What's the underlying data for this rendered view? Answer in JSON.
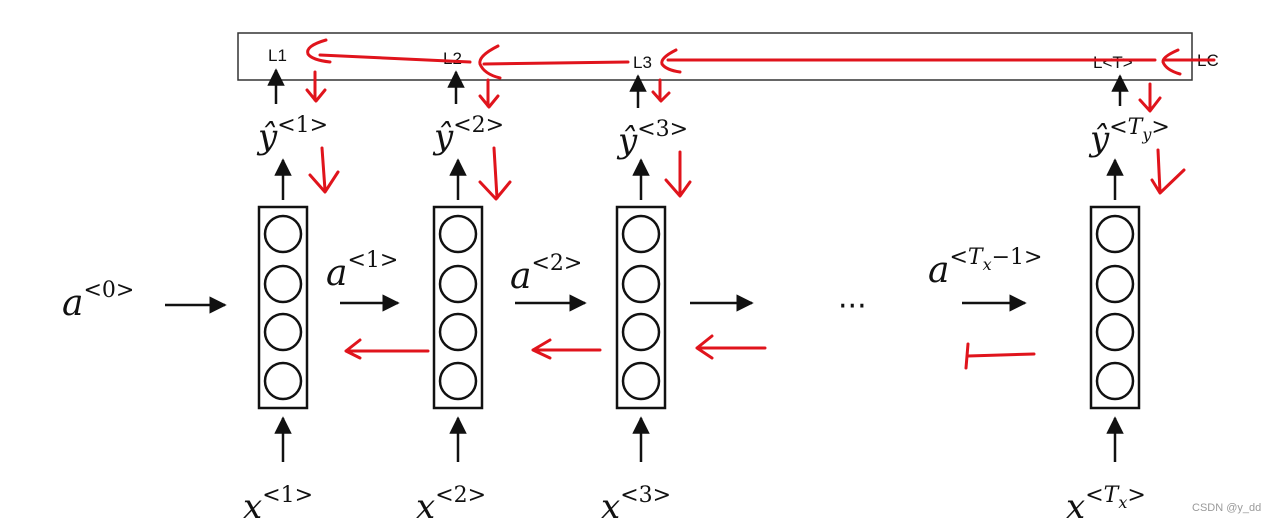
{
  "loss_box": {
    "labels": [
      "L1",
      "L2",
      "L3",
      "L<T>"
    ],
    "total_label_fragment": "LC"
  },
  "outputs": [
    {
      "base": "ŷ",
      "sup_open": "<",
      "sup_text": "1",
      "sup_sub": "",
      "sup_close": ">"
    },
    {
      "base": "ŷ",
      "sup_open": "<",
      "sup_text": "2",
      "sup_sub": "",
      "sup_close": ">"
    },
    {
      "base": "ŷ",
      "sup_open": "<",
      "sup_text": "3",
      "sup_sub": "",
      "sup_close": ">"
    },
    {
      "base": "ŷ",
      "sup_open": "<",
      "sup_text": "T",
      "sup_sub": "y",
      "sup_close": ">"
    }
  ],
  "inputs": [
    {
      "base": "x",
      "sup_open": "<",
      "sup_text": "1",
      "sup_sub": "",
      "sup_close": ">"
    },
    {
      "base": "x",
      "sup_open": "<",
      "sup_text": "2",
      "sup_sub": "",
      "sup_close": ">"
    },
    {
      "base": "x",
      "sup_open": "<",
      "sup_text": "3",
      "sup_sub": "",
      "sup_close": ">"
    },
    {
      "base": "x",
      "sup_open": "<",
      "sup_text": "T",
      "sup_sub": "x",
      "sup_close": ">"
    }
  ],
  "activations": [
    {
      "base": "a",
      "sup_open": "<",
      "sup_text": "0",
      "sup_sub": "",
      "sup_close": ">"
    },
    {
      "base": "a",
      "sup_open": "<",
      "sup_text": "1",
      "sup_sub": "",
      "sup_close": ">"
    },
    {
      "base": "a",
      "sup_open": "<",
      "sup_text": "2",
      "sup_sub": "",
      "sup_close": ">"
    },
    {
      "base": "a",
      "sup_open": "<",
      "sup_text": "T",
      "sup_sub": "x",
      "sup_close": "−1>"
    }
  ],
  "ellipsis": "···",
  "watermark": "CSDN @y_dd",
  "colors": {
    "ink": "#111111",
    "annotation": "#e0141c",
    "box_border": "#333333"
  }
}
